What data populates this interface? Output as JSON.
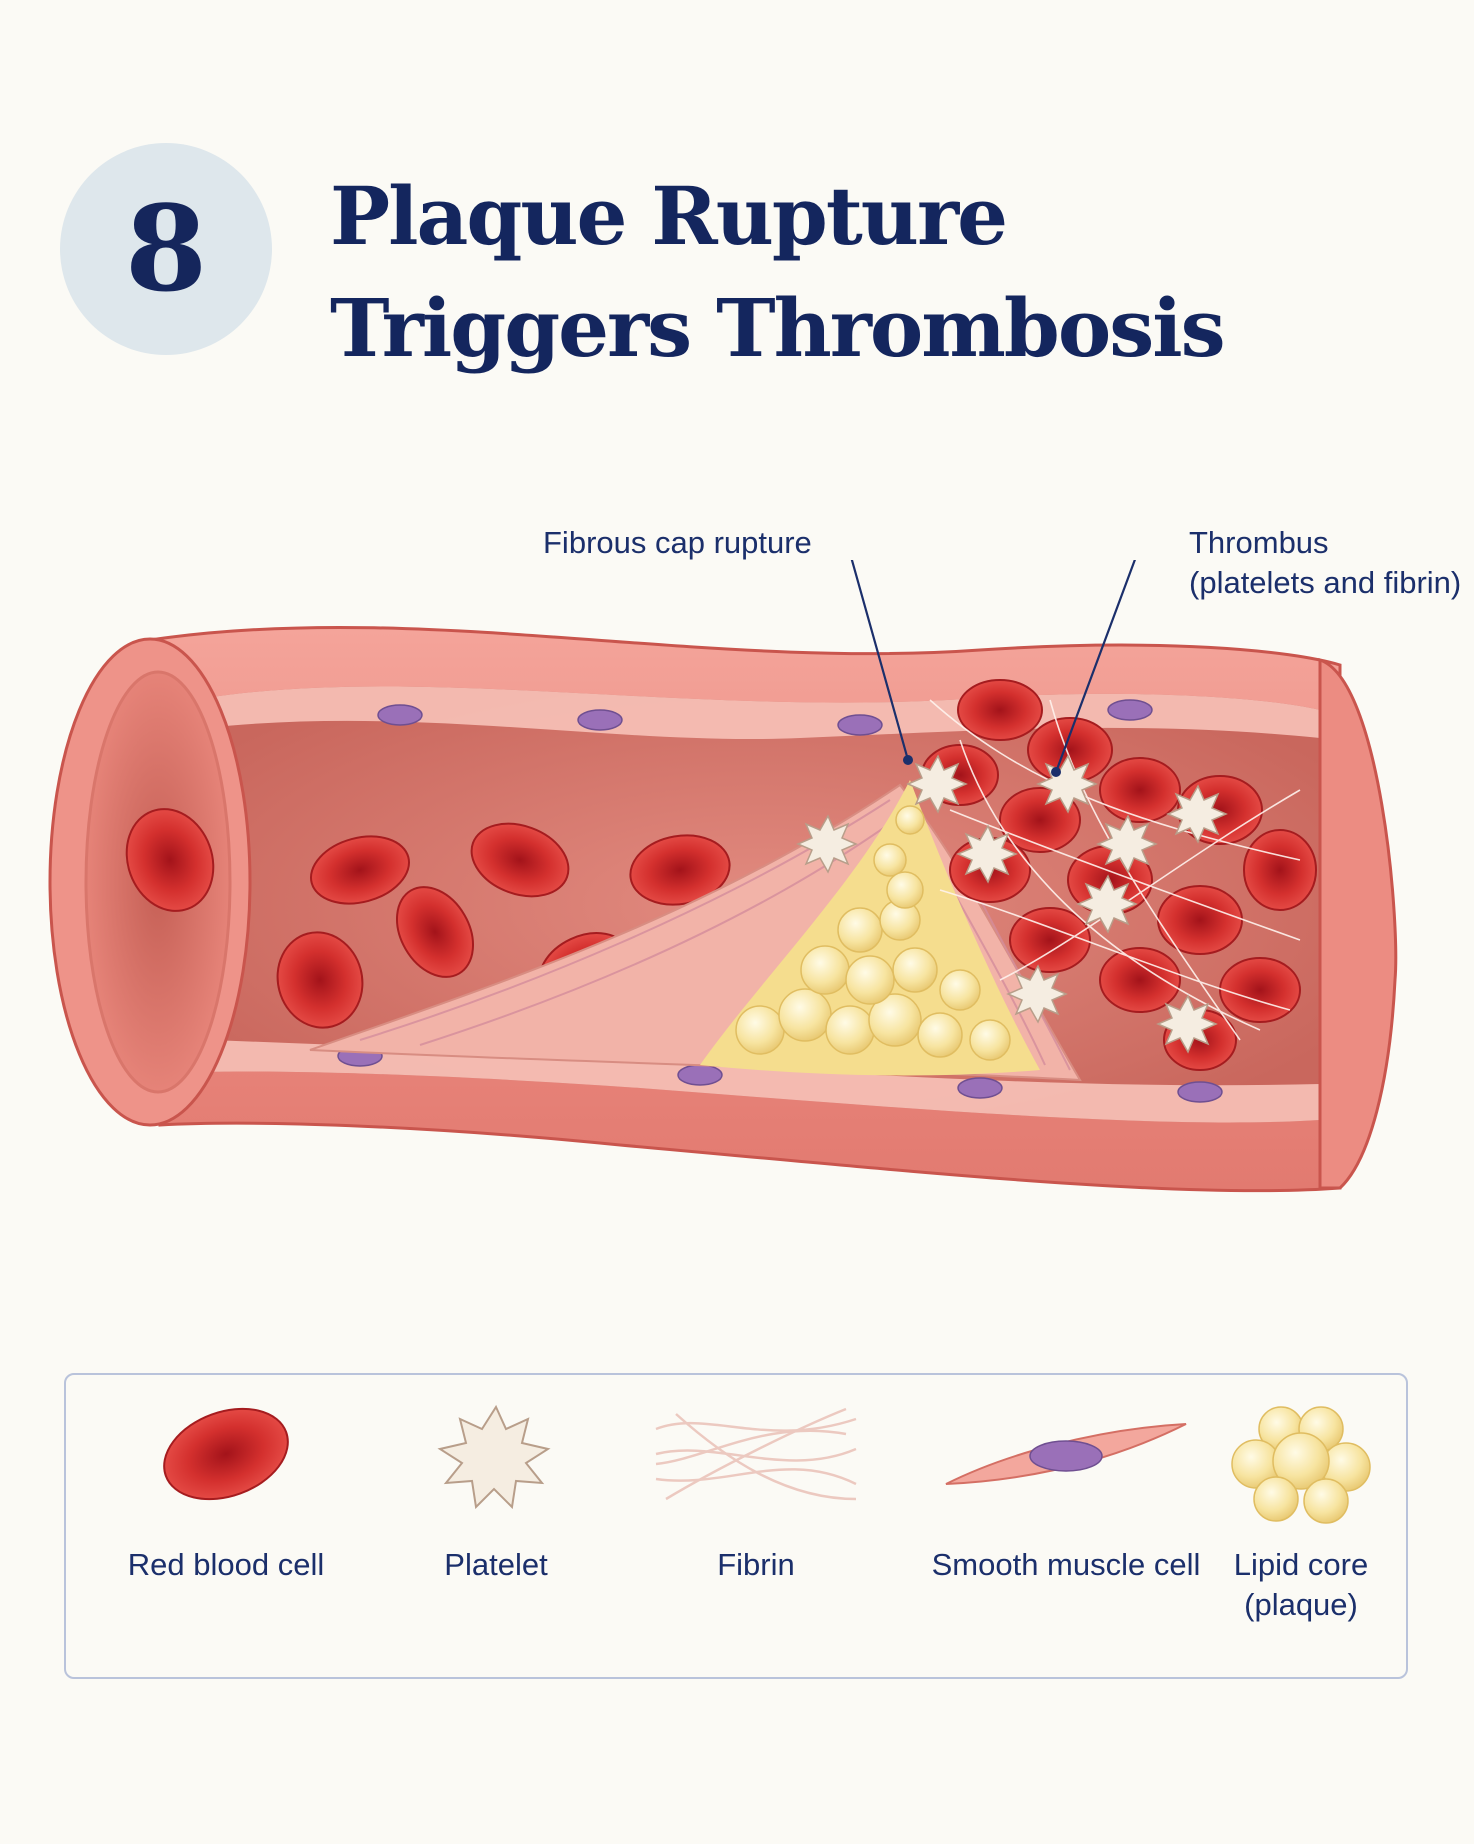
{
  "step": {
    "number": "8"
  },
  "title": {
    "line1": "Plaque Rupture",
    "line2": "Triggers Thrombosis"
  },
  "callouts": {
    "fibrous_cap": "Fibrous cap rupture",
    "thrombus_line1": "Thrombus",
    "thrombus_line2": "(platelets and fibrin)"
  },
  "legend": {
    "items": [
      {
        "label": "Red blood cell",
        "icon": "red-blood-cell-icon"
      },
      {
        "label": "Platelet",
        "icon": "platelet-icon"
      },
      {
        "label": "Fibrin",
        "icon": "fibrin-icon"
      },
      {
        "label": "Smooth muscle cell",
        "icon": "smooth-muscle-cell-icon"
      },
      {
        "label_line1": "Lipid core",
        "label_line2": "(plaque)",
        "icon": "lipid-core-icon"
      }
    ]
  },
  "colors": {
    "title": "#14265e",
    "vessel_wall": "#e9847a",
    "lumen": "#d97368",
    "red_blood_cell": "#c8262a",
    "lipid": "#f6e4a3",
    "nucleus": "#9a70b8",
    "platelet": "#f3ebdf"
  }
}
